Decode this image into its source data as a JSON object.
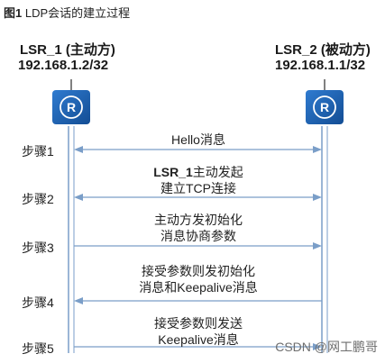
{
  "caption": {
    "fig_num": "图1",
    "title": "LDP会话的建立过程"
  },
  "lsr1": {
    "name": "LSR_1 (主动方)",
    "ip": "192.168.1.2/32"
  },
  "lsr2": {
    "name": "LSR_2 (被动方)",
    "ip": "192.168.1.1/32"
  },
  "router_icon_letter": "R",
  "colors": {
    "router": "#1a5aa6",
    "lifeline": "#7a9ec8",
    "arrow": "#7a9ec8"
  },
  "steps": [
    {
      "label": "步骤1",
      "lines": [
        "Hello消息"
      ],
      "bold_prefix": "",
      "direction": "both"
    },
    {
      "label": "步骤2",
      "lines": [
        "主动发起",
        "建立TCP连接"
      ],
      "bold_prefix": "LSR_1",
      "direction": "both"
    },
    {
      "label": "步骤3",
      "lines": [
        "主动方发初始化",
        "消息协商参数"
      ],
      "bold_prefix": "",
      "direction": "right"
    },
    {
      "label": "步骤4",
      "lines": [
        "接受参数则发初始化",
        "消息和Keepalive消息"
      ],
      "bold_prefix": "",
      "direction": "left"
    },
    {
      "label": "步骤5",
      "lines": [
        "接受参数则发送",
        "Keepalive消息"
      ],
      "bold_prefix": "",
      "direction": "right"
    }
  ],
  "watermark": "CSDN @网工鹏哥"
}
